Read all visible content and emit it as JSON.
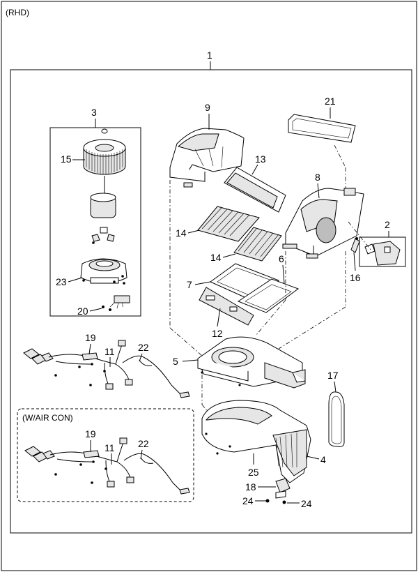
{
  "variant_label": "(RHD)",
  "assembly_callout": "1",
  "options_box_label": "(W/AIR CON)",
  "callouts": {
    "c2": "2",
    "c3": "3",
    "c4": "4",
    "c5": "5",
    "c6": "6",
    "c7": "7",
    "c8": "8",
    "c9": "9",
    "c11a": "11",
    "c11b": "11",
    "c12": "12",
    "c13": "13",
    "c14a": "14",
    "c14b": "14",
    "c15": "15",
    "c16": "16",
    "c17": "17",
    "c18": "18",
    "c19a": "19",
    "c19b": "19",
    "c20": "20",
    "c21": "21",
    "c22a": "22",
    "c22b": "22",
    "c23": "23",
    "c24a": "24",
    "c24b": "24",
    "c25": "25"
  }
}
